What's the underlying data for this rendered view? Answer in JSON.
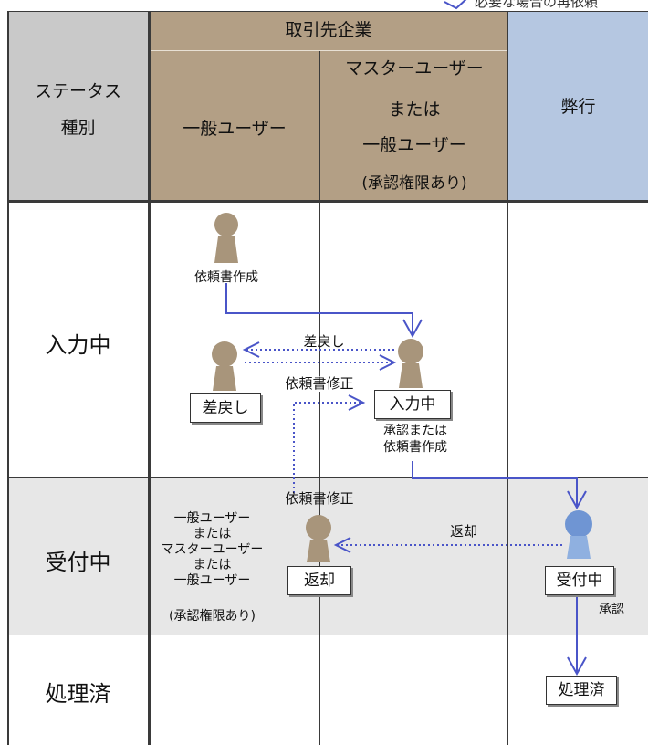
{
  "top_note": "必要な場合の再依頼",
  "header": {
    "status_type": "ステータス\n種別",
    "client_company": "取引先企業",
    "general_user": "一般ユーザー",
    "master_user": [
      "マスターユーザー",
      "または",
      "一般ユーザー",
      "(承認権限あり)"
    ],
    "bank": "弊行"
  },
  "rows": {
    "input": "入力中",
    "accepted": "受付中",
    "processed": "処理済"
  },
  "flow": {
    "create_request": "依頼書作成",
    "sent_back": "差戻し",
    "fix_request_1": "依頼書修正",
    "box_sent_back": "差戻し",
    "box_input": "入力中",
    "approve_or_create": [
      "承認または",
      "依頼書作成"
    ],
    "fix_request_2": "依頼書修正",
    "users_list": [
      "一般ユーザー",
      "または",
      "マスターユーザー",
      "または",
      "一般ユーザー",
      "(承認権限あり)"
    ],
    "returned_label": "返却",
    "box_returned": "返却",
    "box_accepted": "受付中",
    "approve": "承認",
    "box_processed": "処理済"
  },
  "colors": {
    "header_gray": "#c9c9c9",
    "header_tan": "#b39f85",
    "header_blue": "#b5c7e1",
    "row_gray": "#e7e7e7",
    "arrow_blue": "#4a55c8",
    "person_tan": "#a8957b",
    "person_blue": "#6f95d3"
  }
}
